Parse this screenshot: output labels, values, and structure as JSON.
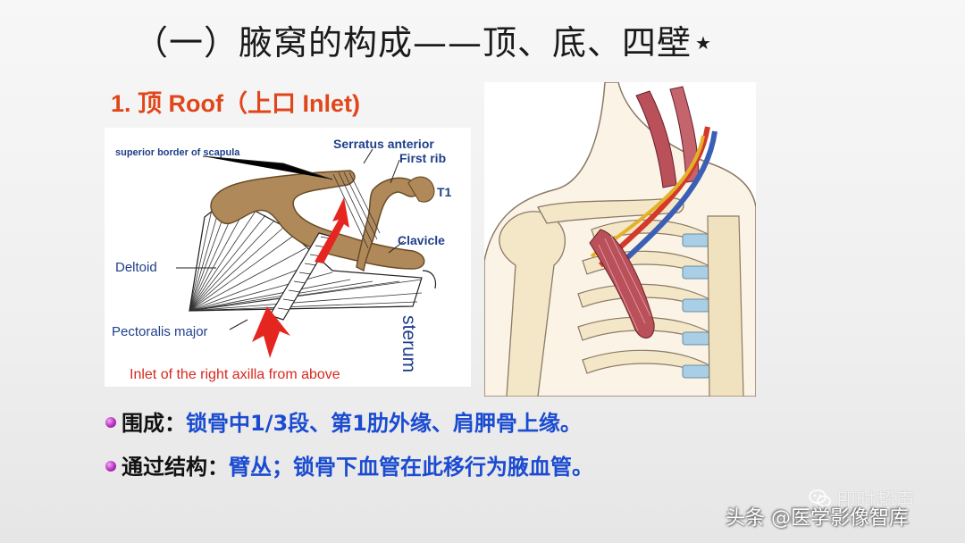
{
  "title": "（一）腋窝的构成——顶、底、四壁",
  "title_mark": "★",
  "subtitle": "1. 顶 Roof（上口 Inlet)",
  "diagram_labels": {
    "superior_border": "superior border of scapula",
    "serratus": "Serratus anterior",
    "first_rib": "First rib",
    "t1": "T1",
    "clavicle": "Clavicle",
    "deltoid": "Deltoid",
    "sternum": "sterum",
    "pectoralis": "Pectoralis major",
    "caption": "Inlet of the right axilla from above"
  },
  "bullets": [
    {
      "key": "围成：",
      "value": "锁骨中1/3段、第1肋外缘、肩胛骨上缘。"
    },
    {
      "key": "通过结构：",
      "value": "臂丛；锁骨下血管在此移行为腋血管。"
    }
  ],
  "watermark": {
    "faint": "即时超声",
    "credit": "头条 @医学影像智库"
  }
}
